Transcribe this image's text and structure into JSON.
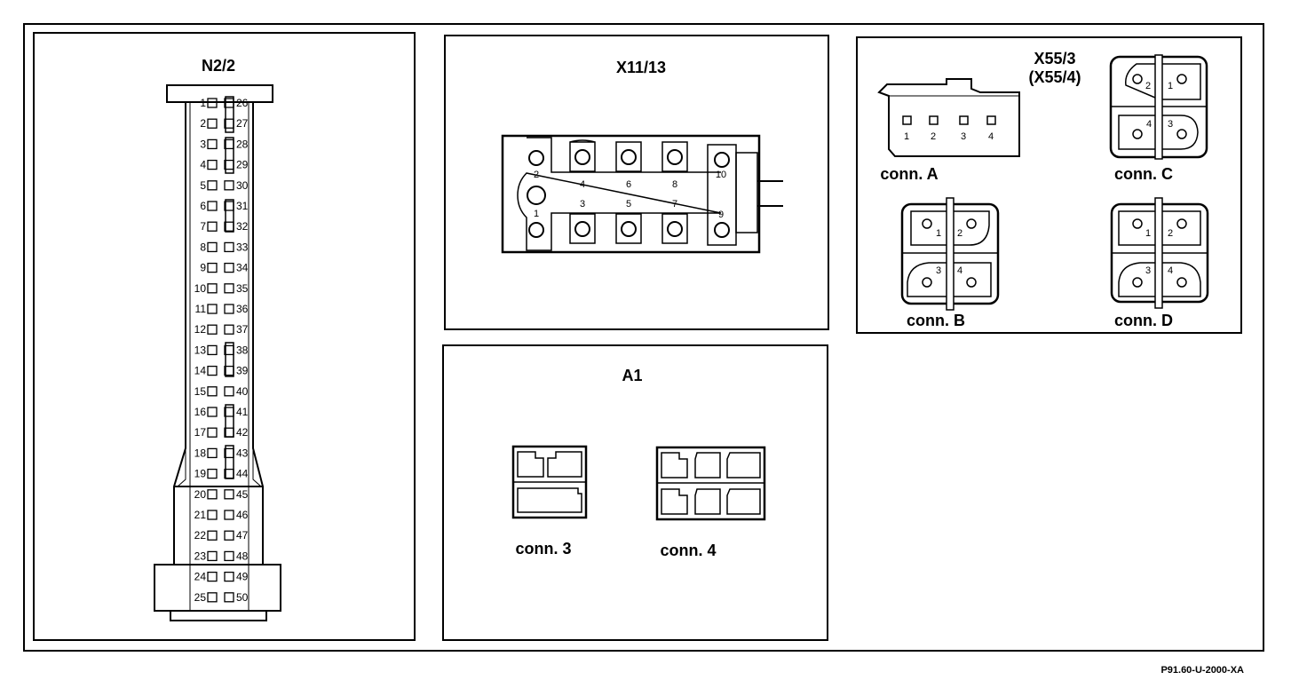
{
  "panels": {
    "n22": {
      "title": "N2/2"
    },
    "x1113": {
      "title": "X11/13",
      "pins": [
        "1",
        "2",
        "3",
        "4",
        "5",
        "6",
        "7",
        "8",
        "9",
        "10"
      ]
    },
    "a1": {
      "title": "A1",
      "conn3_label": "conn. 3",
      "conn4_label": "conn. 4"
    },
    "x553": {
      "title": "X55/3",
      "title_alt": "(X55/4)",
      "conn_a_label": "conn. A",
      "conn_b_label": "conn. B",
      "conn_c_label": "conn. C",
      "conn_d_label": "conn. D",
      "conn_a_pins": [
        "1",
        "2",
        "3",
        "4"
      ],
      "conn_b_pins": [
        "1",
        "2",
        "3",
        "4"
      ],
      "conn_c_pins": [
        "2",
        "1",
        "4",
        "3"
      ],
      "conn_d_pins": [
        "1",
        "2",
        "3",
        "4"
      ]
    }
  },
  "n22_rows": [
    {
      "l": "1",
      "r": "26"
    },
    {
      "l": "2",
      "r": "27"
    },
    {
      "l": "3",
      "r": "28"
    },
    {
      "l": "4",
      "r": "29"
    },
    {
      "l": "5",
      "r": "30"
    },
    {
      "l": "6",
      "r": "31"
    },
    {
      "l": "7",
      "r": "32"
    },
    {
      "l": "8",
      "r": "33"
    },
    {
      "l": "9",
      "r": "34"
    },
    {
      "l": "10",
      "r": "35"
    },
    {
      "l": "11",
      "r": "36"
    },
    {
      "l": "12",
      "r": "37"
    },
    {
      "l": "13",
      "r": "38"
    },
    {
      "l": "14",
      "r": "39"
    },
    {
      "l": "15",
      "r": "40"
    },
    {
      "l": "16",
      "r": "41"
    },
    {
      "l": "17",
      "r": "42"
    },
    {
      "l": "18",
      "r": "43"
    },
    {
      "l": "19",
      "r": "44"
    },
    {
      "l": "20",
      "r": "45"
    },
    {
      "l": "21",
      "r": "46"
    },
    {
      "l": "22",
      "r": "47"
    },
    {
      "l": "23",
      "r": "48"
    },
    {
      "l": "24",
      "r": "49"
    },
    {
      "l": "25",
      "r": "50"
    }
  ],
  "footer": {
    "reference": "P91.60-U-2000-XA"
  }
}
